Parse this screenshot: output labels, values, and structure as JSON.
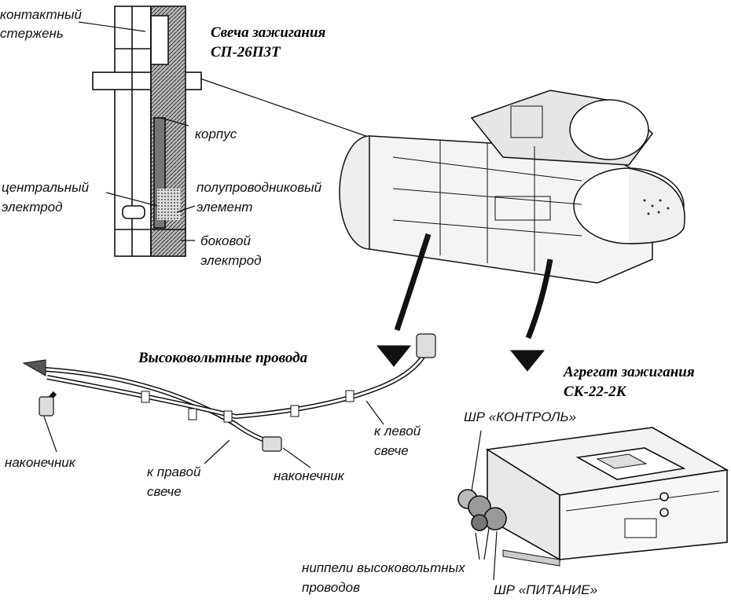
{
  "spark_plug": {
    "title_line1": "Свеча зажигания",
    "title_line2": "СП-26П3Т",
    "labels": {
      "contact_rod_1": "контактный",
      "contact_rod_2": "стержень",
      "body": "корпус",
      "central_electrode_1": "центральный",
      "central_electrode_2": "электрод",
      "semiconductor_1": "полупроводниковый",
      "semiconductor_2": "элемент",
      "side_electrode_1": "боковой",
      "side_electrode_2": "электрод"
    }
  },
  "wires": {
    "title": "Высоковольтные провода",
    "labels": {
      "tip_left": "наконечник",
      "to_right_plug_1": "к правой",
      "to_right_plug_2": "свече",
      "tip_right": "наконечник",
      "to_left_plug_1": "к левой",
      "to_left_plug_2": "свече"
    }
  },
  "ignition_unit": {
    "title_line1": "Агрегат зажигания",
    "title_line2": "СК-22-2К",
    "labels": {
      "control_connector": "ШР «КОНТРОЛЬ»",
      "power_connector": "ШР «ПИТАНИЕ»",
      "nipples_1": "ниппели высоковольтных",
      "nipples_2": "проводов"
    }
  },
  "colors": {
    "ink": "#111111",
    "hatch": "#444444",
    "paper": "#ffffff"
  }
}
